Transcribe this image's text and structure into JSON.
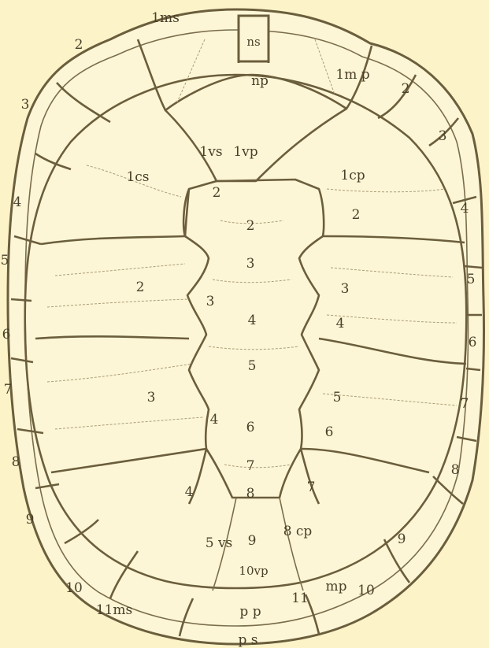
{
  "labels": {
    "nuchal_marginal": "1ms",
    "neural_scute": "ns",
    "neural_plate": "np",
    "first_marginal_plate": "1m p",
    "first_vertebral_scute": "1vs",
    "first_vertebral_plate": "1vp",
    "first_costal_scute": "1cs",
    "first_costal_plate": "1cp",
    "left_marginals": [
      "2",
      "3",
      "4",
      "5",
      "6",
      "7",
      "8",
      "9",
      "10"
    ],
    "right_marginals": [
      "2",
      "3",
      "4",
      "5",
      "6",
      "7",
      "8",
      "9",
      "10"
    ],
    "left_costals": [
      "2",
      "3",
      "4"
    ],
    "right_costals": [
      "2",
      "3",
      "4",
      "5",
      "6",
      "7"
    ],
    "vertebral_center": [
      "2",
      "2",
      "3",
      "3",
      "4",
      "5",
      "4",
      "6",
      "7",
      "8"
    ],
    "fifth_vertebral_scute": "5 vs",
    "ninth": "9",
    "eighth_costal_plate": "8 cp",
    "tenth_vertebral_plate": "10vp",
    "marginal_plate": "mp",
    "eleventh_marginal_scute": "11ms",
    "eleventh": "11",
    "pygal_plate": "p p",
    "pygal_scute": "p s"
  }
}
